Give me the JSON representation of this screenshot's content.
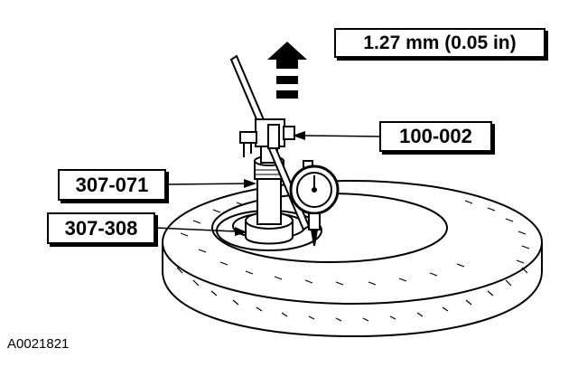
{
  "callouts": {
    "spec": "1.27 mm (0.05 in)",
    "tool_100_002": "100-002",
    "tool_307_071": "307-071",
    "tool_307_308": "307-308"
  },
  "figure_id": "A0021821",
  "icons": {
    "lift_arrow": "up-arrow-icon",
    "dial_indicator": "dial-indicator-icon"
  }
}
